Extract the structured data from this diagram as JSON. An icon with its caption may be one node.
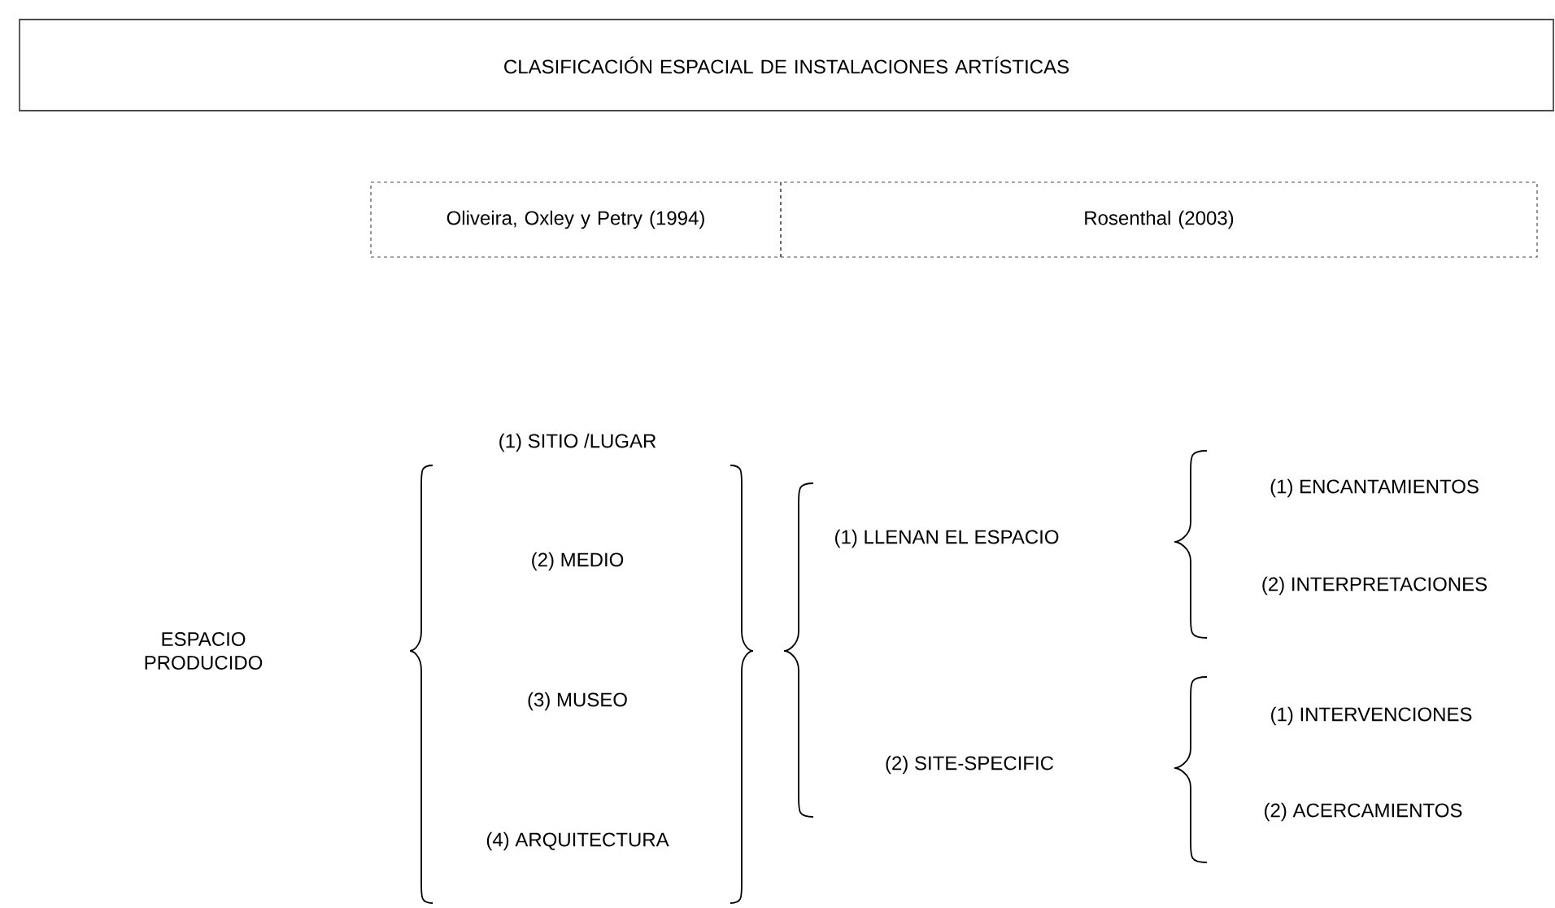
{
  "diagram": {
    "nodes": [
      {
        "text": [
          "CLASIFICACIÓN ESPACIAL DE INSTALACIONES ARTÍSTICAS"
        ]
      },
      {
        "text": [
          "Oliveira, Oxley y Petry (1994)"
        ]
      },
      {
        "text": [
          "Rosenthal (2003)"
        ]
      }
    ],
    "labels": [
      "ESPACIO PRODUCIDO",
      "(1) SITIO /LUGAR",
      "(2) MEDIO",
      "(3) MUSEO",
      "(4) ARQUITECTURA",
      "(1) LLENAN EL ESPACIO",
      "(2) SITE-SPECIFIC",
      "(1) ENCANTAMIENTOS",
      "(2) INTERPRETACIONES",
      "(1) INTERVENCIONES",
      "(2) ACERCAMIENTOS"
    ]
  }
}
